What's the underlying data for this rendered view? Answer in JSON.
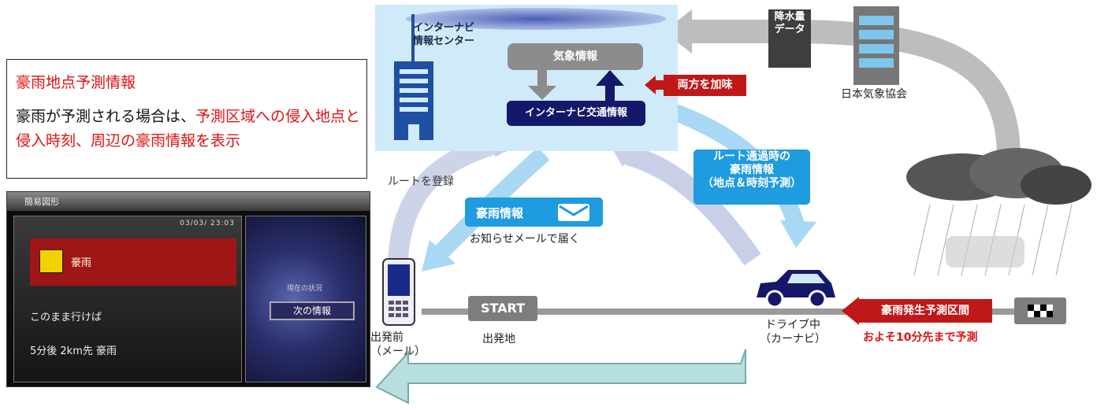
{
  "callout": {
    "title": "豪雨地点予測情報",
    "body_black": "豪雨が予測される場合は、",
    "body_red": "予測区域への侵入地点と侵入時刻、周辺の豪雨情報を表示"
  },
  "nav_screen": {
    "header": "簡易図形",
    "time": "03/03/ 23:03",
    "alert_label": "豪雨",
    "line1": "このまま行けば",
    "line2": "5分後 2km先 豪雨",
    "side_text": "現在の状況",
    "next_button": "次の情報"
  },
  "diagram": {
    "center_name": "インターナビ\n情報センター",
    "weather_info": "気象情報",
    "traffic_info": "インターナビ交通情報",
    "both": "両方を加味",
    "rainfall_data": "降水量\nデータ",
    "association": "日本気象協会",
    "route_register": "ルートを登録",
    "route_pass": "ルート通過時の\n豪雨情報\n（地点＆時刻予測）",
    "mail_label": "豪雨情報",
    "mail_sub": "お知らせメールで届く",
    "start": "START",
    "start_place": "出発地",
    "before": "出発前\n（メール）",
    "driving": "ドライブ中\n（カーナビ）",
    "rain_zone": "豪雨発生予測区間",
    "rain_predict": "およそ10分先まで予測"
  },
  "colors": {
    "red": "#e01010",
    "blue": "#1f9be0",
    "navy": "#15186a",
    "gray": "#8c8c8c",
    "center_bg": "#cfeaf8"
  }
}
